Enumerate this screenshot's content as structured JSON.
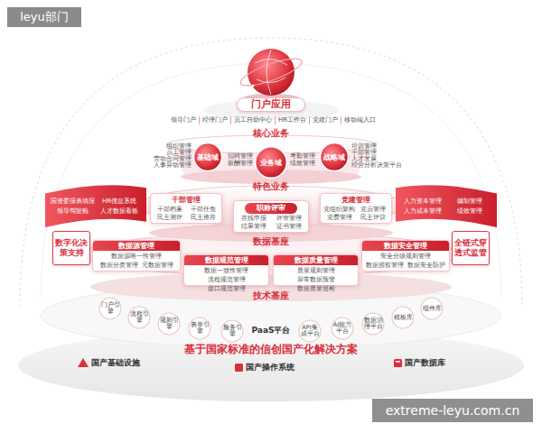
{
  "diagram": {
    "caption": "基于国家标准的信创国产化解决方案",
    "nodes": [
      {
        "text": [
          "门户应用"
        ]
      },
      {
        "text": [
          "领导门户",
          "经理门户",
          "员工自助中心",
          "HR工作台",
          "党建门户",
          "移动端入口"
        ]
      },
      {
        "text": [
          "基础域"
        ]
      },
      {
        "text": [
          "业务域"
        ]
      },
      {
        "text": [
          "战略域"
        ]
      },
      {
        "text": [
          "国资委报表填报",
          "HR信息系统",
          "领导驾驶舱",
          "人才数据看板"
        ]
      },
      {
        "text": [
          "数字化决策支持"
        ]
      },
      {
        "text": [
          "干部管理",
          "干部档案",
          "干部任免",
          "民主测评",
          "民主推荐"
        ]
      },
      {
        "text": [
          "职称评审",
          "在线申报",
          "评审管理",
          "结果管理",
          "证书管理"
        ]
      },
      {
        "text": [
          "党建管理",
          "党组织架构",
          "党员管理",
          "党费管理",
          "民主评议"
        ]
      },
      {
        "text": [
          "人力资本管理",
          "编制管理",
          "人力成本管理",
          "绩效管理"
        ]
      },
      {
        "text": [
          "全链式穿透式监管"
        ]
      },
      {
        "text": [
          "数据源管理",
          "数据源唯一性管理",
          "数据分类管理",
          "元数据管理"
        ]
      },
      {
        "text": [
          "数据规范管理",
          "数据一致性管理",
          "流程规范管理",
          "接口规范管理"
        ]
      },
      {
        "text": [
          "数据质量管理",
          "质量规则管理",
          "异常数据预警",
          "数据质量巡检"
        ]
      },
      {
        "text": [
          "数据安全管理",
          "安全分级规则管理",
          "数据授权管理",
          "数据安全防护"
        ]
      },
      {
        "text": [
          "门户引擎"
        ]
      },
      {
        "text": [
          "流程引擎"
        ]
      },
      {
        "text": [
          "规则引擎"
        ]
      },
      {
        "text": [
          "表单引擎"
        ]
      },
      {
        "text": [
          "服务引擎"
        ]
      },
      {
        "text": [
          "API集成平台"
        ]
      },
      {
        "text": [
          "AI能力平台"
        ]
      },
      {
        "text": [
          "数据治理平台"
        ]
      },
      {
        "text": [
          "模板库"
        ]
      },
      {
        "text": [
          "组件库"
        ]
      }
    ],
    "labels": [
      "leyu部门",
      "核心业务",
      "组织管理",
      "员工管理",
      "劳动合同管理",
      "人事异动管理",
      "招聘管理",
      "薪酬管理",
      "考勤管理",
      "绩效管理",
      "培训管理",
      "干部管理",
      "人才发展",
      "经营分析决策平台",
      "特色业务",
      "数据基座",
      "技术基座",
      "PaaS平台",
      "国产基础设施",
      "国产操作系统",
      "国产数据库",
      "extreme-leyu.com.cn"
    ]
  }
}
